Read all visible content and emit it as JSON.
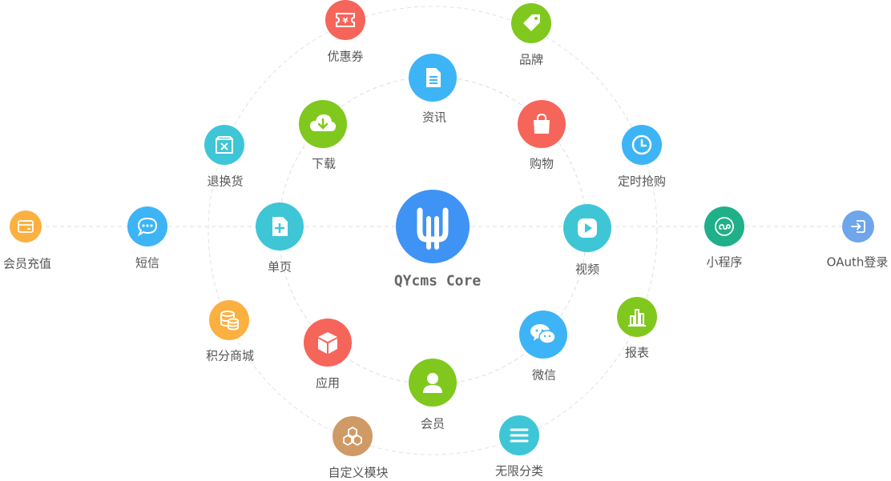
{
  "core": {
    "label": "QYcms Core",
    "color": "#3f93f5"
  },
  "nodes": [
    {
      "id": "zixun",
      "label": "资讯",
      "icon": "document-icon",
      "color": "#3db4f5"
    },
    {
      "id": "xiazai",
      "label": "下载",
      "icon": "download-icon",
      "color": "#80c81e"
    },
    {
      "id": "gouwu",
      "label": "购物",
      "icon": "bag-icon",
      "color": "#f6655a"
    },
    {
      "id": "danye",
      "label": "单页",
      "icon": "add-page-icon",
      "color": "#3ec6d6"
    },
    {
      "id": "shipin",
      "label": "视频",
      "icon": "play-icon",
      "color": "#3ec6d6"
    },
    {
      "id": "yingyong",
      "label": "应用",
      "icon": "box-icon",
      "color": "#f6655a"
    },
    {
      "id": "weixin",
      "label": "微信",
      "icon": "wechat-icon",
      "color": "#3db4f5"
    },
    {
      "id": "huiyuan",
      "label": "会员",
      "icon": "user-icon",
      "color": "#80c81e"
    },
    {
      "id": "youhui",
      "label": "优惠券",
      "icon": "coupon-icon",
      "color": "#f6655a"
    },
    {
      "id": "pinpai",
      "label": "品牌",
      "icon": "tag-icon",
      "color": "#80c81e"
    },
    {
      "id": "tuihuan",
      "label": "退换货",
      "icon": "return-box-icon",
      "color": "#3ec6d6"
    },
    {
      "id": "dingshi",
      "label": "定时抢购",
      "icon": "clock-icon",
      "color": "#3db4f5"
    },
    {
      "id": "jifen",
      "label": "积分商城",
      "icon": "coins-icon",
      "color": "#fbb040"
    },
    {
      "id": "baobiao",
      "label": "报表",
      "icon": "chart-icon",
      "color": "#80c81e"
    },
    {
      "id": "zidingyi",
      "label": "自定义模块",
      "icon": "hexagons-icon",
      "color": "#d09a66"
    },
    {
      "id": "wuxian",
      "label": "无限分类",
      "icon": "list-icon",
      "color": "#3ec6d6"
    },
    {
      "id": "duanxin",
      "label": "短信",
      "icon": "chat-icon",
      "color": "#3db4f5"
    },
    {
      "id": "chongzhi",
      "label": "会员充值",
      "icon": "card-icon",
      "color": "#fbb040"
    },
    {
      "id": "xiaochengxu",
      "label": "小程序",
      "icon": "miniprogram-icon",
      "color": "#1fb08a"
    },
    {
      "id": "oauth",
      "label": "OAuth登录",
      "icon": "login-icon",
      "color": "#6fa5ea"
    }
  ]
}
